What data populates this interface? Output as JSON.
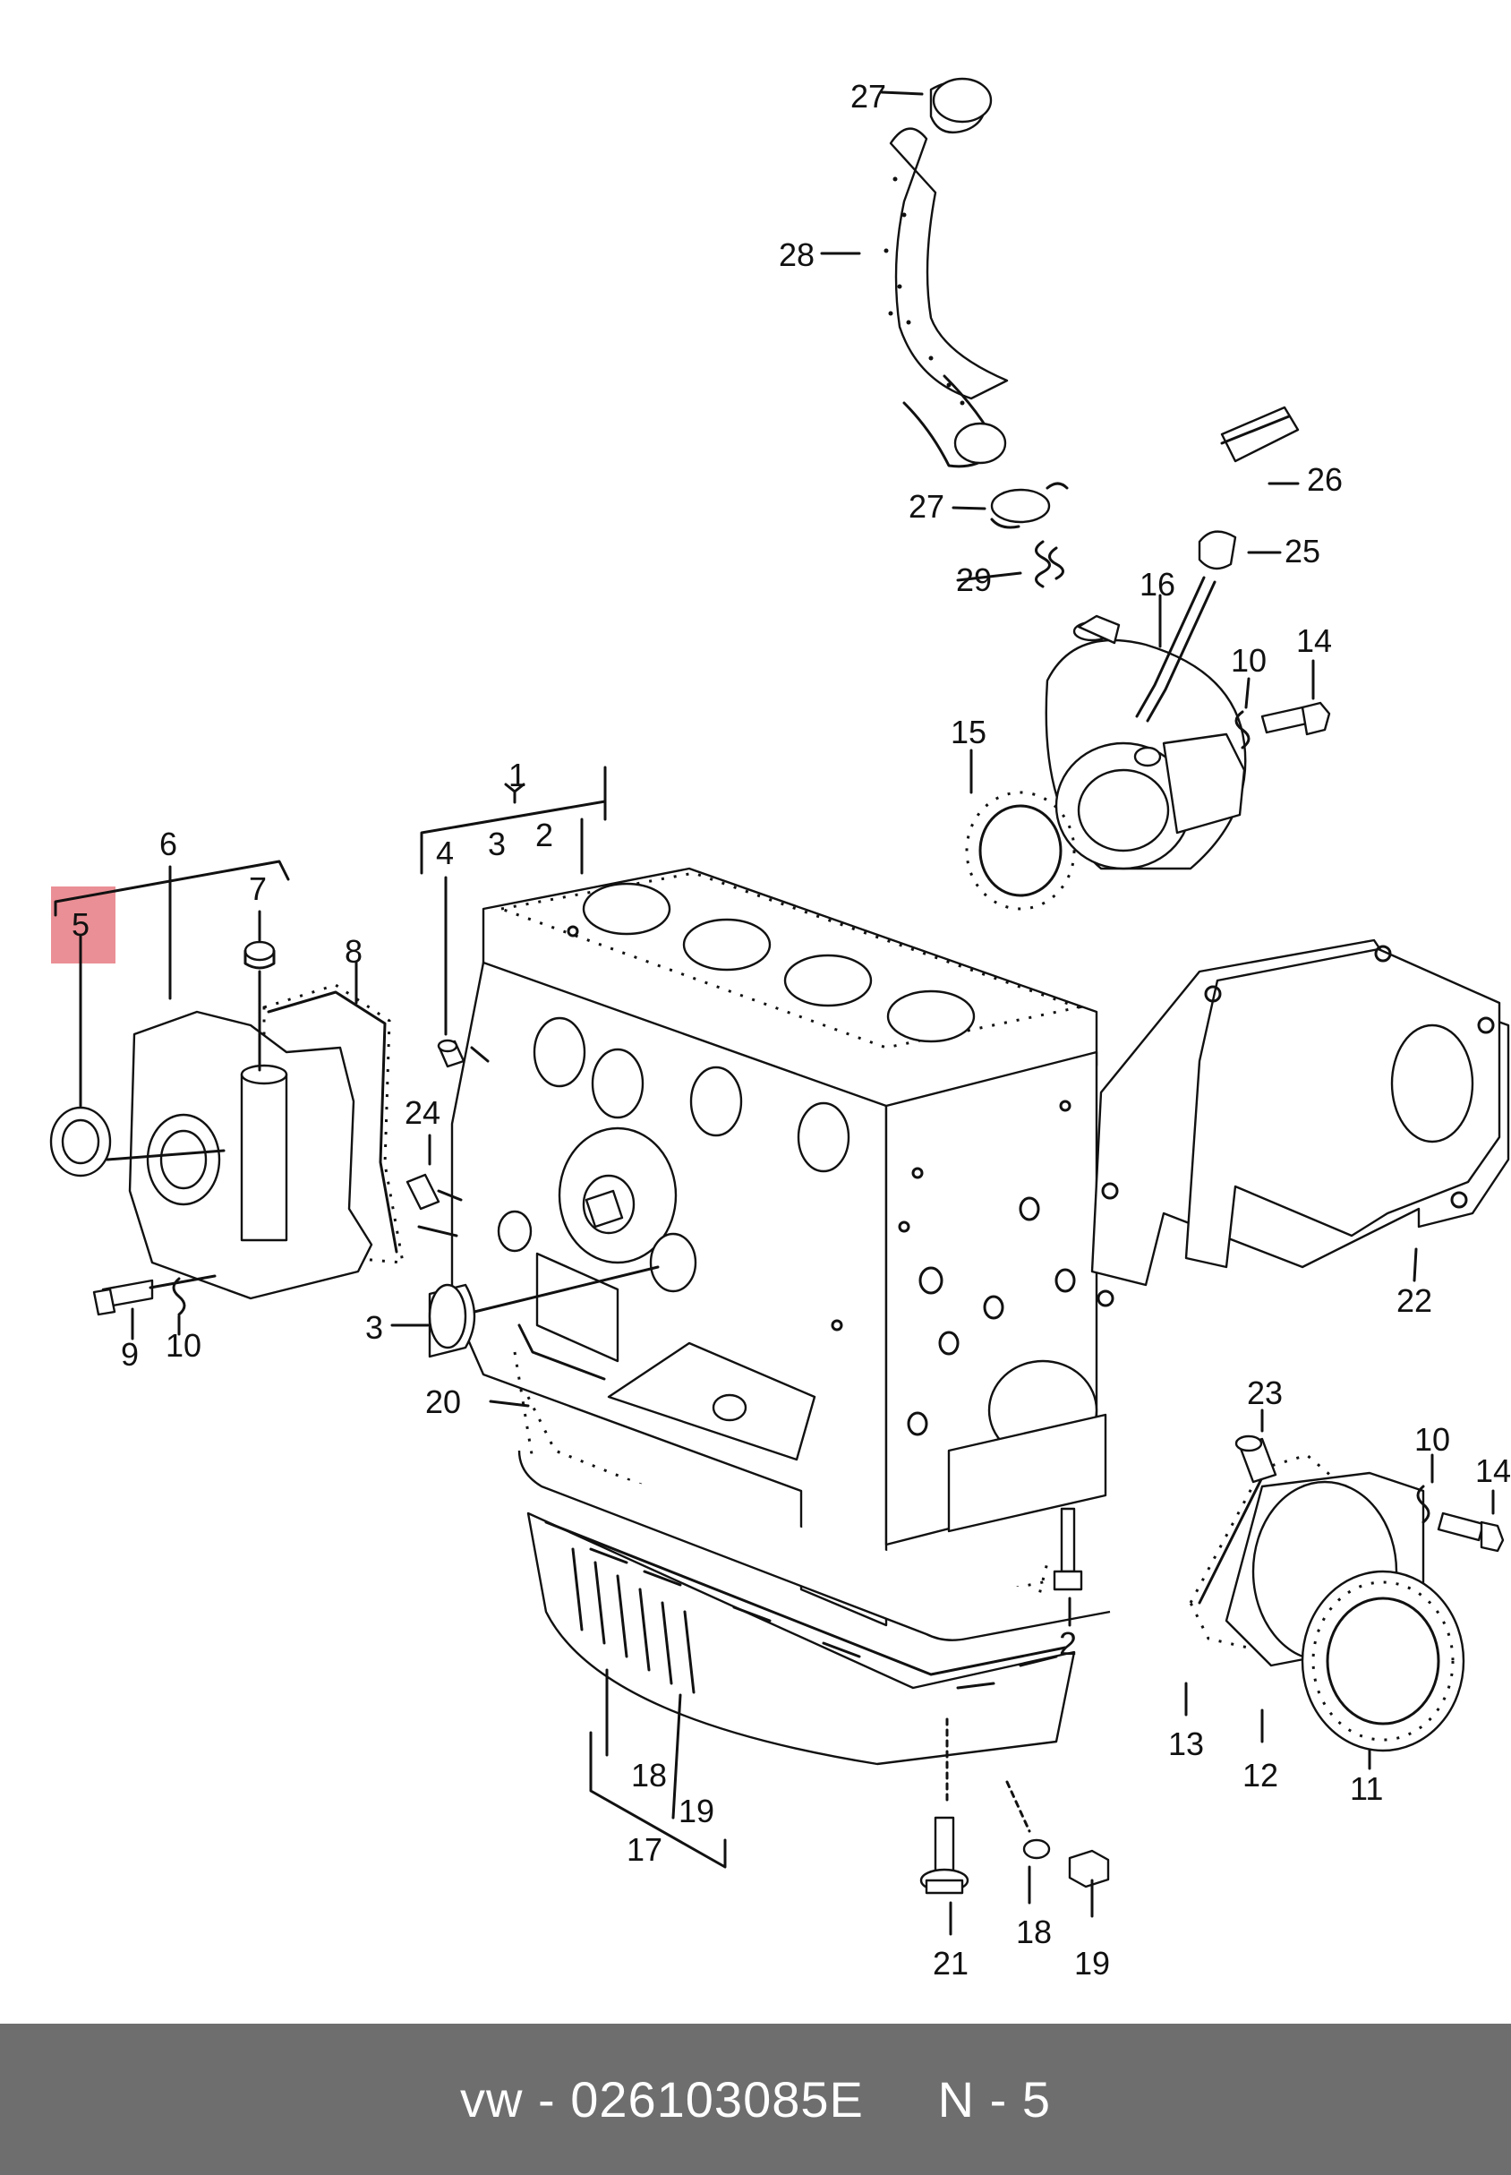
{
  "callouts": {
    "c1": "1",
    "c2a": "2",
    "c2b": "2",
    "c3a": "3",
    "c3b": "3",
    "c4": "4",
    "c5": "5",
    "c6": "6",
    "c7": "7",
    "c8": "8",
    "c9": "9",
    "c10a": "10",
    "c10b": "10",
    "c10c": "10",
    "c11": "11",
    "c12": "12",
    "c13": "13",
    "c14a": "14",
    "c14b": "14",
    "c15": "15",
    "c16": "16",
    "c17": "17",
    "c18a": "18",
    "c18b": "18",
    "c19a": "19",
    "c19b": "19",
    "c20": "20",
    "c21": "21",
    "c22": "22",
    "c23": "23",
    "c24": "24",
    "c25": "25",
    "c26": "26",
    "c27a": "27",
    "c27b": "27",
    "c28": "28",
    "c29": "29"
  },
  "highlight": {
    "label": "5",
    "color": "#e8838a"
  },
  "footer": {
    "brand": "vw",
    "separator": " - ",
    "part_number": "026103085E",
    "position": "N - 5"
  }
}
